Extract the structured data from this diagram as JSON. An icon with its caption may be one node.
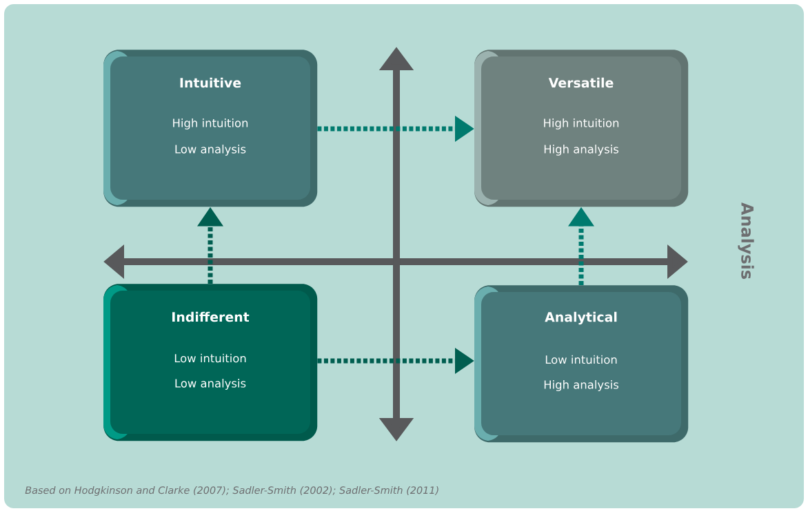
{
  "diagram": {
    "caption": "Based on Hodgkinson and Clarke (2007); Sadler-Smith (2002); Sadler-Smith (2011)",
    "nodes": [
      {
        "text": [
          "Intuitive",
          "High intuition",
          "Low analysis"
        ]
      },
      {
        "text": [
          "Versatile",
          "High intuition",
          "High analysis"
        ]
      },
      {
        "text": [
          "Indifferent",
          "Low intuition",
          "Low analysis"
        ]
      },
      {
        "text": [
          "Analytical",
          "Low intuition",
          "High analysis"
        ]
      }
    ],
    "edges": [
      {
        "from": 0,
        "to": 1,
        "arrow": "to",
        "style": "dashed",
        "color": "#007a6e"
      },
      {
        "from": 2,
        "to": 0,
        "arrow": "to",
        "style": "dashed",
        "color": "#005e50"
      },
      {
        "from": 3,
        "to": 1,
        "arrow": "to",
        "style": "dashed",
        "color": "#007a6e"
      },
      {
        "from": 2,
        "to": 3,
        "arrow": "to",
        "style": "dashed",
        "color": "#005e50"
      }
    ],
    "labels": [
      "Analysis"
    ]
  }
}
